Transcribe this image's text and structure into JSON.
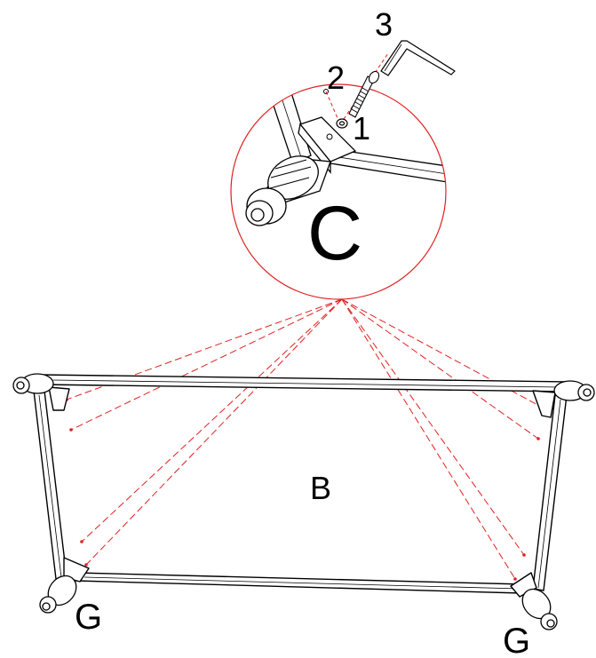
{
  "labels": {
    "part_number_1": "1",
    "part_number_2": "2",
    "part_number_3": "3",
    "detail_label": "C",
    "frame_label": "B",
    "foot_label_left": "G",
    "foot_label_right": "G"
  },
  "colors": {
    "line": "#000000",
    "callout": "#e02020",
    "background": "#ffffff"
  }
}
